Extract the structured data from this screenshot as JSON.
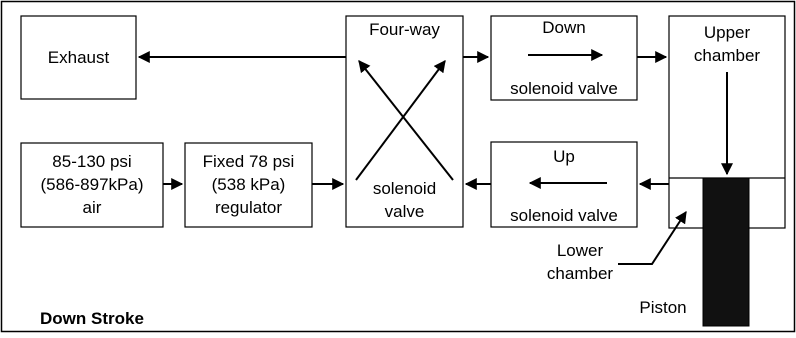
{
  "diagram": {
    "title": "Down Stroke",
    "boxes": {
      "exhaust": "Exhaust",
      "air_line1": "85-130 psi",
      "air_line2": "(586-897kPa)",
      "air_line3": "air",
      "reg_line1": "Fixed 78 psi",
      "reg_line2": "(538 kPa)",
      "reg_line3": "regulator",
      "fourway_top": "Four-way",
      "fourway_bottom1": "solenoid",
      "fourway_bottom2": "valve",
      "down_top": "Down",
      "down_bottom": "solenoid valve",
      "up_top": "Up",
      "up_bottom": "solenoid valve",
      "upper_line1": "Upper",
      "upper_line2": "chamber",
      "lower_line1": "Lower",
      "lower_line2": "chamber",
      "piston": "Piston"
    }
  }
}
